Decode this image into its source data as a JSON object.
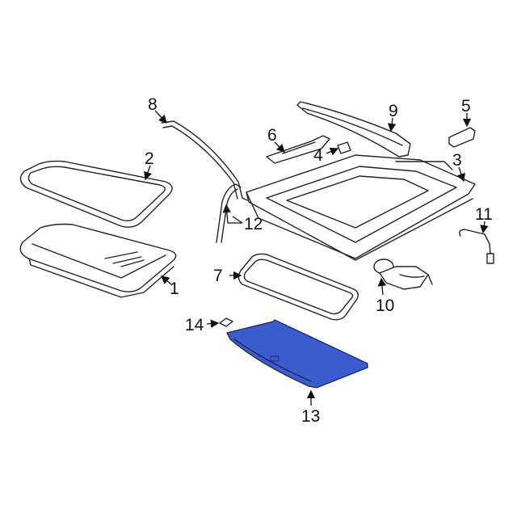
{
  "diagram": {
    "highlight_color": "#3a5ccc",
    "highlighted_part": "13",
    "callouts": [
      "1",
      "2",
      "3",
      "4",
      "5",
      "6",
      "7",
      "8",
      "9",
      "10",
      "11",
      "12",
      "13",
      "14"
    ]
  }
}
